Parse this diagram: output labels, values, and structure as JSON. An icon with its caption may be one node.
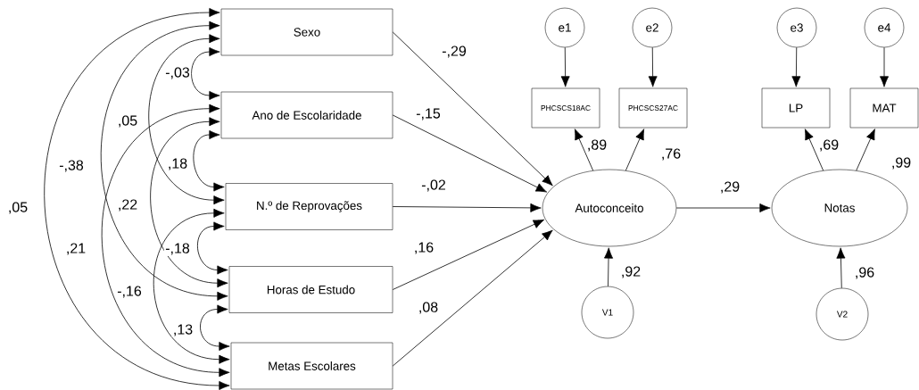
{
  "diagram": {
    "nodes": [
      {
        "text": [
          "Sexo"
        ]
      },
      {
        "text": [
          "Ano de Escolaridade"
        ]
      },
      {
        "text": [
          "N.º de Reprovações"
        ]
      },
      {
        "text": [
          "Horas de Estudo"
        ]
      },
      {
        "text": [
          "Metas Escolares"
        ]
      },
      {
        "text": [
          "e1"
        ]
      },
      {
        "text": [
          "e2"
        ]
      },
      {
        "text": [
          "e3"
        ]
      },
      {
        "text": [
          "e4"
        ]
      },
      {
        "text": [
          "PHCSCS18AC"
        ]
      },
      {
        "text": [
          "PHCSCS27AC"
        ]
      },
      {
        "text": [
          "LP"
        ]
      },
      {
        "text": [
          "MAT"
        ]
      },
      {
        "text": [
          "Autoconceito"
        ]
      },
      {
        "text": [
          "Notas"
        ]
      },
      {
        "text": [
          "V1"
        ]
      },
      {
        "text": [
          "V2"
        ]
      }
    ],
    "edges": [
      {
        "from": 0,
        "to": 13,
        "arrow": "to",
        "label": "-,29"
      },
      {
        "from": 1,
        "to": 13,
        "arrow": "to",
        "label": "-,15"
      },
      {
        "from": 2,
        "to": 13,
        "arrow": "to",
        "label": "-,02"
      },
      {
        "from": 3,
        "to": 13,
        "arrow": "to",
        "label": ",16"
      },
      {
        "from": 4,
        "to": 13,
        "arrow": "to",
        "label": ",08"
      },
      {
        "from": 13,
        "to": 14,
        "arrow": "to",
        "label": ",29"
      },
      {
        "from": 13,
        "to": 9,
        "arrow": "to",
        "label": ",89"
      },
      {
        "from": 13,
        "to": 10,
        "arrow": "to",
        "label": ",76"
      },
      {
        "from": 14,
        "to": 11,
        "arrow": "to",
        "label": ",69"
      },
      {
        "from": 14,
        "to": 12,
        "arrow": "to",
        "label": ",99"
      },
      {
        "from": 5,
        "to": 9,
        "arrow": "to"
      },
      {
        "from": 6,
        "to": 10,
        "arrow": "to"
      },
      {
        "from": 7,
        "to": 11,
        "arrow": "to"
      },
      {
        "from": 8,
        "to": 12,
        "arrow": "to"
      },
      {
        "from": 15,
        "to": 13,
        "arrow": "to",
        "label": ",92"
      },
      {
        "from": 16,
        "to": 14,
        "arrow": "to",
        "label": ",96"
      },
      {
        "from": 0,
        "to": 1,
        "arrow": "both",
        "label": "-,03"
      },
      {
        "from": 0,
        "to": 2,
        "arrow": "both",
        "label": ",05"
      },
      {
        "from": 1,
        "to": 2,
        "arrow": "both",
        "label": ",18"
      },
      {
        "from": 0,
        "to": 3,
        "arrow": "both",
        "label": "-,38"
      },
      {
        "from": 0,
        "to": 4,
        "arrow": "both",
        "label": ",05"
      },
      {
        "from": 1,
        "to": 3,
        "arrow": "both",
        "label": ",22"
      },
      {
        "from": 2,
        "to": 3,
        "arrow": "both",
        "label": "-,18"
      },
      {
        "from": 1,
        "to": 4,
        "arrow": "both",
        "label": ",21"
      },
      {
        "from": 2,
        "to": 4,
        "arrow": "both",
        "label": "-,16"
      },
      {
        "from": 3,
        "to": 4,
        "arrow": "both",
        "label": ",13"
      }
    ]
  }
}
